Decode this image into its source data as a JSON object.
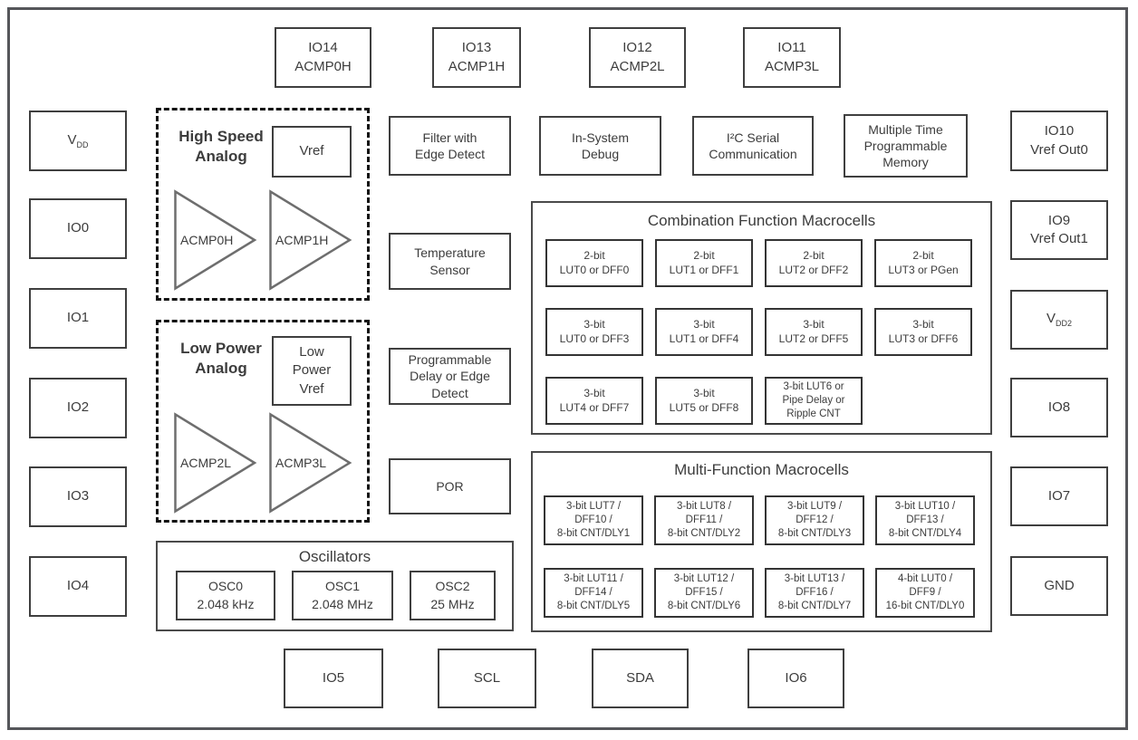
{
  "colors": {
    "background": "#ffffff",
    "frame_border": "#55565a",
    "box_border": "#3f3f3f",
    "dashed_border": "#141414",
    "text": "#3c3c3c"
  },
  "pins": {
    "top": [
      {
        "lines": [
          "IO14",
          "ACMP0H"
        ]
      },
      {
        "lines": [
          "IO13",
          "ACMP1H"
        ]
      },
      {
        "lines": [
          "IO12",
          "ACMP2L"
        ]
      },
      {
        "lines": [
          "IO11",
          "ACMP3L"
        ]
      }
    ],
    "left": [
      {
        "base": "V",
        "sub": "DD"
      },
      {
        "lines": [
          "IO0"
        ]
      },
      {
        "lines": [
          "IO1"
        ]
      },
      {
        "lines": [
          "IO2"
        ]
      },
      {
        "lines": [
          "IO3"
        ]
      },
      {
        "lines": [
          "IO4"
        ]
      }
    ],
    "right": [
      {
        "lines": [
          "IO10",
          "Vref Out0"
        ]
      },
      {
        "lines": [
          "IO9",
          "Vref Out1"
        ]
      },
      {
        "base": "V",
        "sub": "DD2"
      },
      {
        "lines": [
          "IO8"
        ]
      },
      {
        "lines": [
          "IO7"
        ]
      },
      {
        "lines": [
          "GND"
        ]
      }
    ],
    "bottom": [
      {
        "lines": [
          "IO5"
        ]
      },
      {
        "lines": [
          "SCL"
        ]
      },
      {
        "lines": [
          "SDA"
        ]
      },
      {
        "lines": [
          "IO6"
        ]
      }
    ]
  },
  "analog": {
    "high_speed": {
      "title_lines": [
        "High Speed",
        "Analog"
      ],
      "vref_lines": [
        "Vref"
      ],
      "comparators": [
        "ACMP0H",
        "ACMP1H"
      ]
    },
    "low_power": {
      "title_lines": [
        "Low Power",
        "Analog"
      ],
      "vref_lines": [
        "Low",
        "Power",
        "Vref"
      ],
      "comparators": [
        "ACMP2L",
        "ACMP3L"
      ]
    }
  },
  "blocks": {
    "filter": {
      "lines": [
        "Filter with",
        "Edge Detect"
      ]
    },
    "debug": {
      "lines": [
        "In-System",
        "Debug"
      ]
    },
    "i2c": {
      "lines": [
        "I²C Serial",
        "Communication"
      ]
    },
    "mtp": {
      "lines": [
        "Multiple Time",
        "Programmable",
        "Memory"
      ]
    },
    "temp": {
      "lines": [
        "Temperature",
        "Sensor"
      ]
    },
    "delay": {
      "lines": [
        "Programmable",
        "Delay or Edge",
        "Detect"
      ]
    },
    "por": {
      "lines": [
        "POR"
      ]
    }
  },
  "combination": {
    "title": "Combination Function Macrocells",
    "cells": [
      {
        "lines": [
          "2-bit",
          "LUT0 or DFF0"
        ]
      },
      {
        "lines": [
          "2-bit",
          "LUT1 or DFF1"
        ]
      },
      {
        "lines": [
          "2-bit",
          "LUT2 or DFF2"
        ]
      },
      {
        "lines": [
          "2-bit",
          "LUT3 or PGen"
        ]
      },
      {
        "lines": [
          "3-bit",
          "LUT0 or DFF3"
        ]
      },
      {
        "lines": [
          "3-bit",
          "LUT1 or DFF4"
        ]
      },
      {
        "lines": [
          "3-bit",
          "LUT2 or DFF5"
        ]
      },
      {
        "lines": [
          "3-bit",
          "LUT3 or DFF6"
        ]
      },
      {
        "lines": [
          "3-bit",
          "LUT4 or DFF7"
        ]
      },
      {
        "lines": [
          "3-bit",
          "LUT5 or DFF8"
        ]
      },
      {
        "lines": [
          "3-bit LUT6 or",
          "Pipe Delay or",
          "Ripple CNT"
        ]
      }
    ]
  },
  "multifunction": {
    "title": "Multi-Function Macrocells",
    "cells": [
      {
        "lines": [
          "3-bit LUT7 /",
          "DFF10 /",
          "8-bit CNT/DLY1"
        ]
      },
      {
        "lines": [
          "3-bit LUT8 /",
          "DFF11 /",
          "8-bit CNT/DLY2"
        ]
      },
      {
        "lines": [
          "3-bit LUT9 /",
          "DFF12 /",
          "8-bit CNT/DLY3"
        ]
      },
      {
        "lines": [
          "3-bit LUT10 /",
          "DFF13 /",
          "8-bit CNT/DLY4"
        ]
      },
      {
        "lines": [
          "3-bit LUT11 /",
          "DFF14 /",
          "8-bit CNT/DLY5"
        ]
      },
      {
        "lines": [
          "3-bit LUT12 /",
          "DFF15 /",
          "8-bit CNT/DLY6"
        ]
      },
      {
        "lines": [
          "3-bit LUT13 /",
          "DFF16 /",
          "8-bit CNT/DLY7"
        ]
      },
      {
        "lines": [
          "4-bit LUT0 /",
          "DFF9 /",
          "16-bit CNT/DLY0"
        ]
      }
    ]
  },
  "oscillators": {
    "title": "Oscillators",
    "cells": [
      {
        "lines": [
          "OSC0",
          "2.048 kHz"
        ]
      },
      {
        "lines": [
          "OSC1",
          "2.048 MHz"
        ]
      },
      {
        "lines": [
          "OSC2",
          "25 MHz"
        ]
      }
    ]
  }
}
